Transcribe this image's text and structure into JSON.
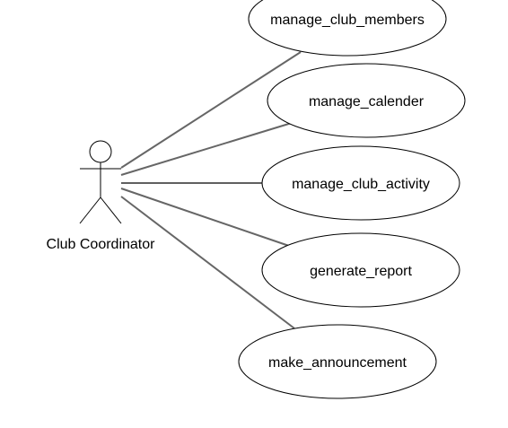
{
  "actor": {
    "label": "Club Coordinator"
  },
  "use_cases": [
    {
      "id": "manage-club-members",
      "label": "manage_club_members"
    },
    {
      "id": "manage-calender",
      "label": "manage_calender"
    },
    {
      "id": "manage-club-activity",
      "label": "manage_club_activity"
    },
    {
      "id": "generate-report",
      "label": "generate_report"
    },
    {
      "id": "make-announcement",
      "label": "make_announcement"
    }
  ],
  "colors": {
    "line": "#666666",
    "outline": "#000000",
    "fill": "#ffffff"
  }
}
